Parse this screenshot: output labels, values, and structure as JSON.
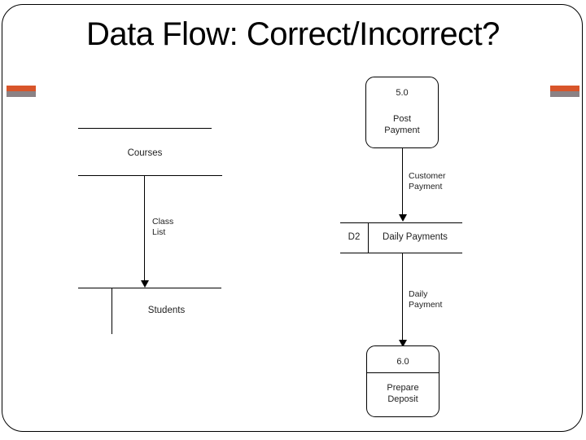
{
  "slide": {
    "title": "Data Flow: Correct/Incorrect?"
  },
  "decorations": {
    "bar_top_color": "#d8552a",
    "bar_bottom_color": "#8b8285"
  },
  "left_diagram": {
    "data_store_top": {
      "label": "Courses"
    },
    "flow": {
      "label_line1": "Class",
      "label_line2": "List"
    },
    "data_store_bottom": {
      "label": "Students"
    }
  },
  "right_diagram": {
    "process_top": {
      "number": "5.0",
      "name_line1": "Post",
      "name_line2": "Payment"
    },
    "flow_top": {
      "label_line1": "Customer",
      "label_line2": "Payment"
    },
    "data_store": {
      "id": "D2",
      "label": "Daily Payments"
    },
    "flow_bottom": {
      "label_line1": "Daily",
      "label_line2": "Payment"
    },
    "process_bottom": {
      "number": "6.0",
      "name_line1": "Prepare",
      "name_line2": "Deposit"
    }
  }
}
